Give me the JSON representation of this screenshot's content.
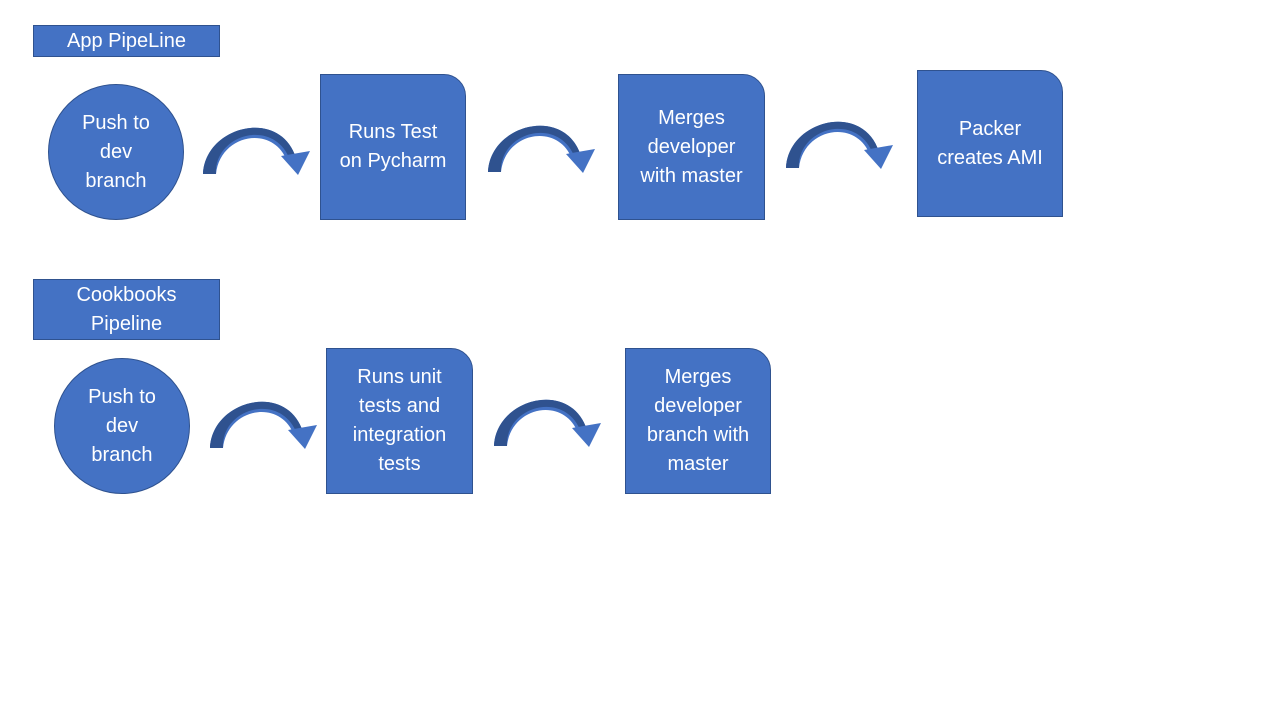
{
  "pipelines": [
    {
      "title": "App PipeLine",
      "steps": [
        "Push to\ndev\nbranch",
        "Runs Test\non Pycharm",
        "Merges\ndeveloper\nwith master",
        "Packer\ncreates AMI"
      ]
    },
    {
      "title": "Cookbooks\nPipeline",
      "steps": [
        "Push to\ndev\nbranch",
        "Runs unit\ntests and\nintegration\ntests",
        "Merges\ndeveloper\nbranch with\nmaster"
      ]
    }
  ],
  "colors": {
    "fill": "#4472C4",
    "stroke": "#2F528F",
    "arrow_light": "#4472C4",
    "arrow_dark": "#2F528F",
    "text": "#FFFFFF"
  },
  "icons": {
    "connector": "curved-arrow-icon"
  }
}
